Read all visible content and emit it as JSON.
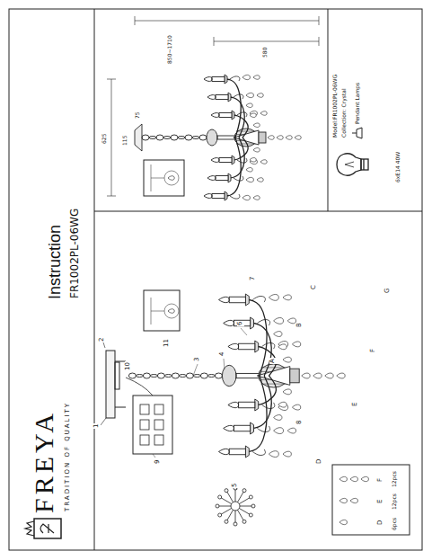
{
  "diagram": {
    "title": "Instruction",
    "labels": [
      "FREYA",
      "TRADITION OF QUALITY",
      "FR1002PL-06WG",
      "115",
      "75",
      "625",
      "850~1710",
      "580",
      "Model:FR1002PL-06WG",
      "Collection: Crystal",
      "Pendant Lamps",
      "6xE14 40W",
      "1",
      "2",
      "3",
      "4",
      "5",
      "6",
      "7",
      "8",
      "9",
      "10",
      "11",
      "A",
      "B",
      "C",
      "D",
      "E",
      "F",
      "G",
      "D",
      "E",
      "F",
      "6pcs",
      "12pcs",
      "12pcs"
    ]
  }
}
